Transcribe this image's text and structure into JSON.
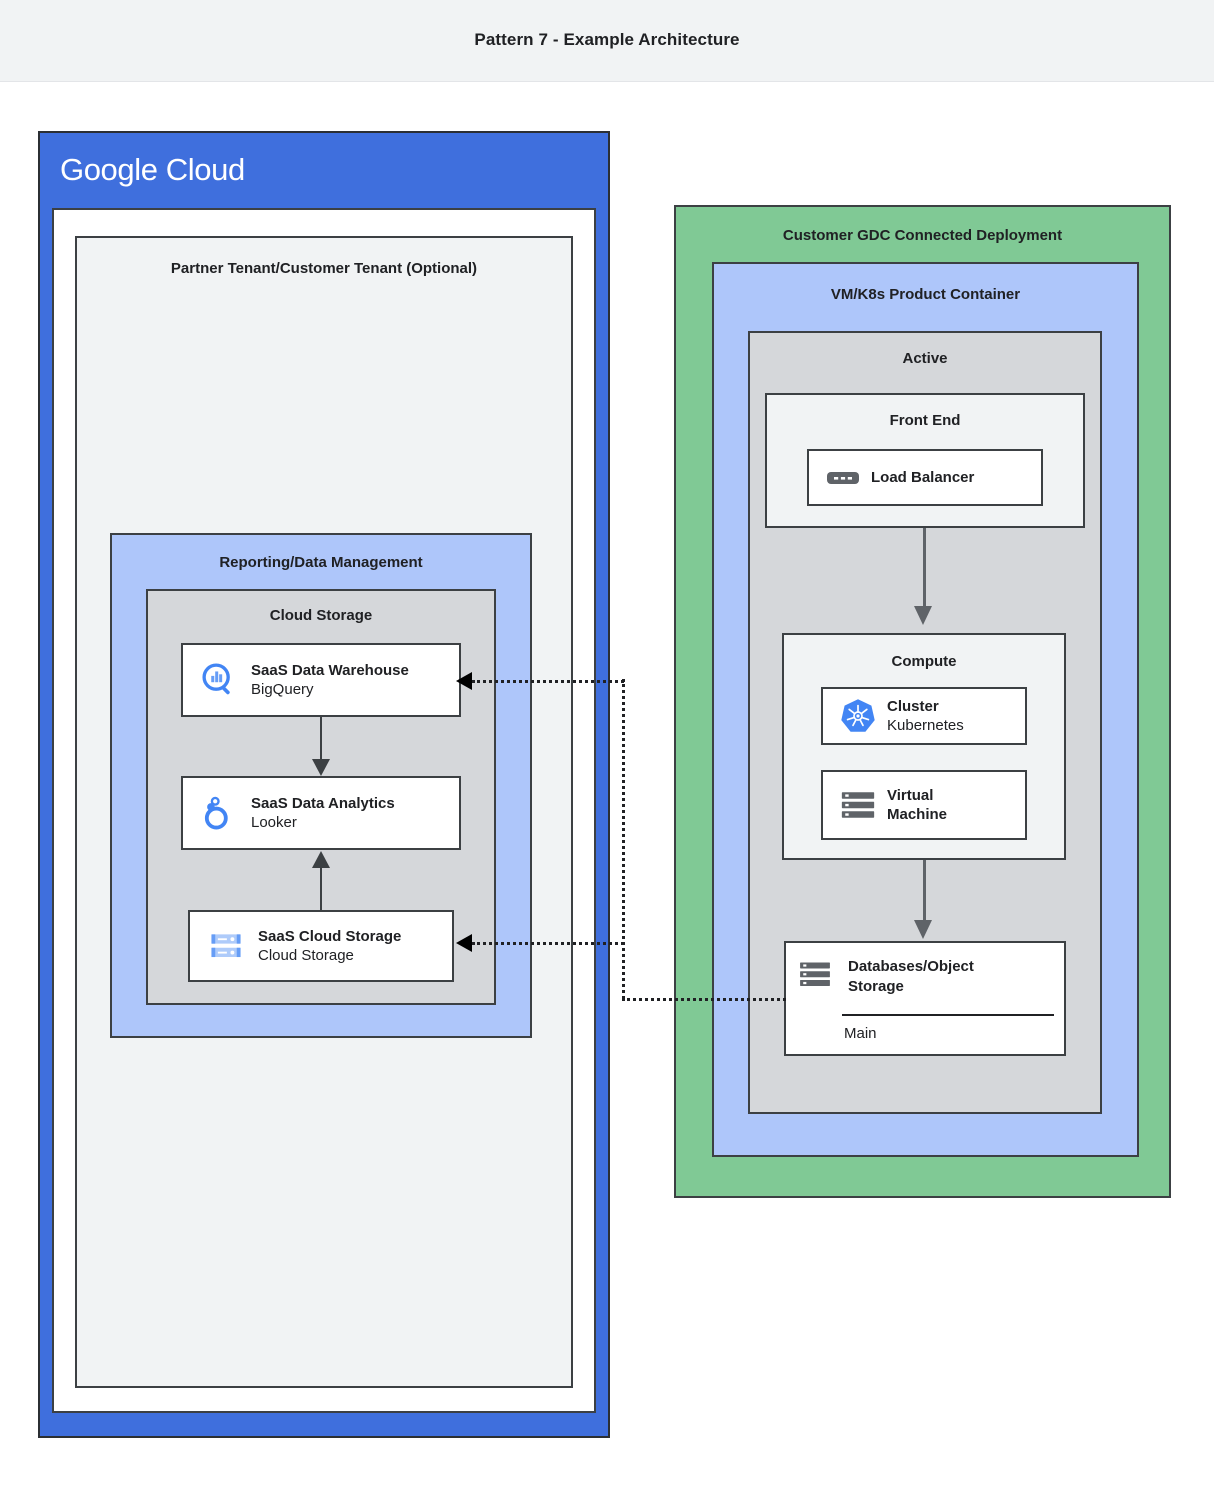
{
  "header": {
    "title": "Pattern 7 - Example Architecture"
  },
  "colors": {
    "google_blue": "#3f6fdd",
    "light_blue": "#aec6fa",
    "green": "#80c995",
    "gray_fill": "#d5d7da",
    "light_gray_fill": "#f1f3f4",
    "stroke": "#3c4043",
    "icon_blue": "#4285f4",
    "icon_gray": "#5f6368"
  },
  "google_cloud": {
    "logo_word1": "Google",
    "logo_word2": "Cloud",
    "tenant_title": "Partner Tenant/Customer Tenant (Optional)",
    "reporting_title": "Reporting/Data Management",
    "cloud_storage_title": "Cloud Storage",
    "cards": [
      {
        "title": "SaaS Data Warehouse",
        "subtitle": "BigQuery",
        "icon": "bigquery-icon"
      },
      {
        "title": "SaaS Data Analytics",
        "subtitle": "Looker",
        "icon": "looker-icon"
      },
      {
        "title": "SaaS Cloud Storage",
        "subtitle": "Cloud Storage",
        "icon": "cloud-storage-icon"
      }
    ]
  },
  "gdc": {
    "title": "Customer GDC Connected Deployment",
    "vm_k8s_title": "VM/K8s Product Container",
    "active_title": "Active",
    "front_end_title": "Front End",
    "load_balancer": {
      "title": "Load Balancer",
      "icon": "load-balancer-icon"
    },
    "compute_title": "Compute",
    "compute_cards": [
      {
        "title": "Cluster",
        "subtitle": "Kubernetes",
        "icon": "kubernetes-icon"
      },
      {
        "title": "Virtual",
        "subtitle": "Machine",
        "icon": "virtual-machine-icon"
      }
    ],
    "database": {
      "title_line1": "Databases/Object",
      "title_line2": "Storage",
      "sub": "Main",
      "icon": "database-stack-icon"
    }
  }
}
